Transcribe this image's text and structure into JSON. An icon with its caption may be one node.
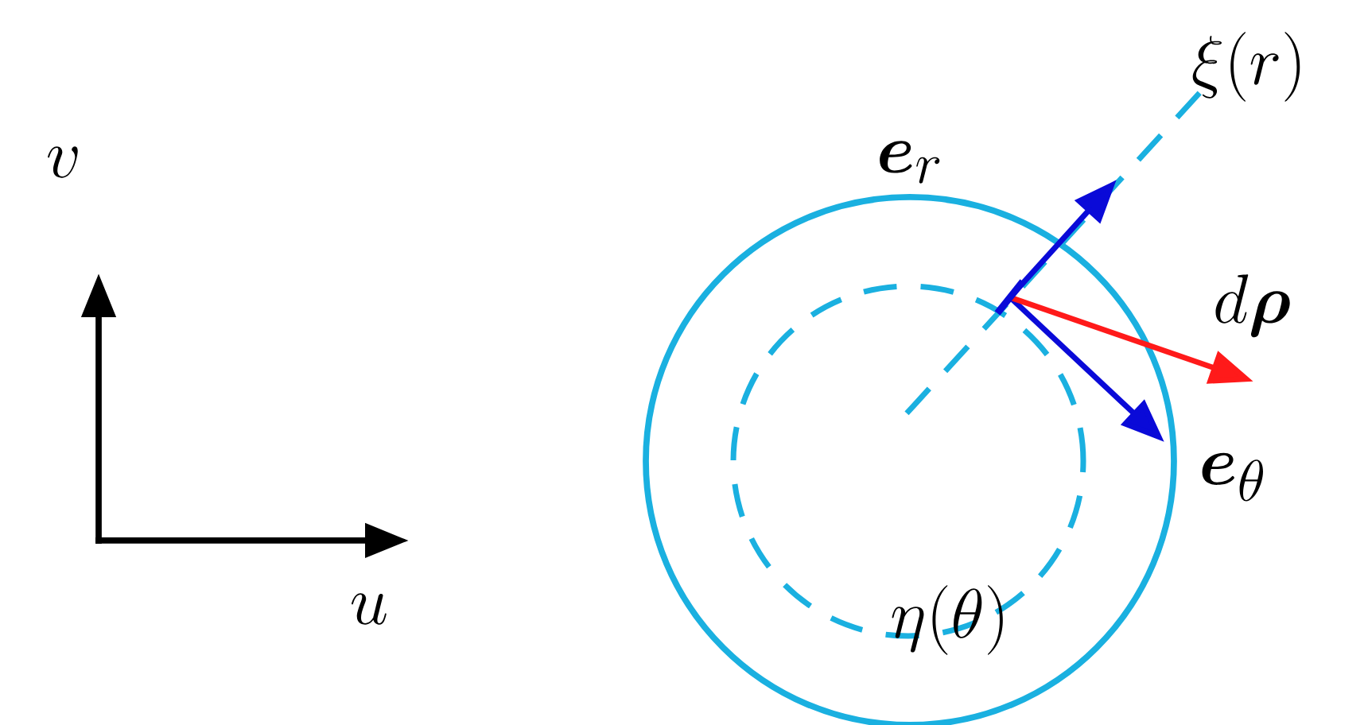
{
  "diagram": {
    "labels": [
      "v",
      "u",
      "\\xi(r)",
      "\\boldsymbol{e}_r",
      "d\\boldsymbol{\\rho}",
      "\\boldsymbol{e}_\\theta",
      "\\eta(\\theta)"
    ]
  }
}
